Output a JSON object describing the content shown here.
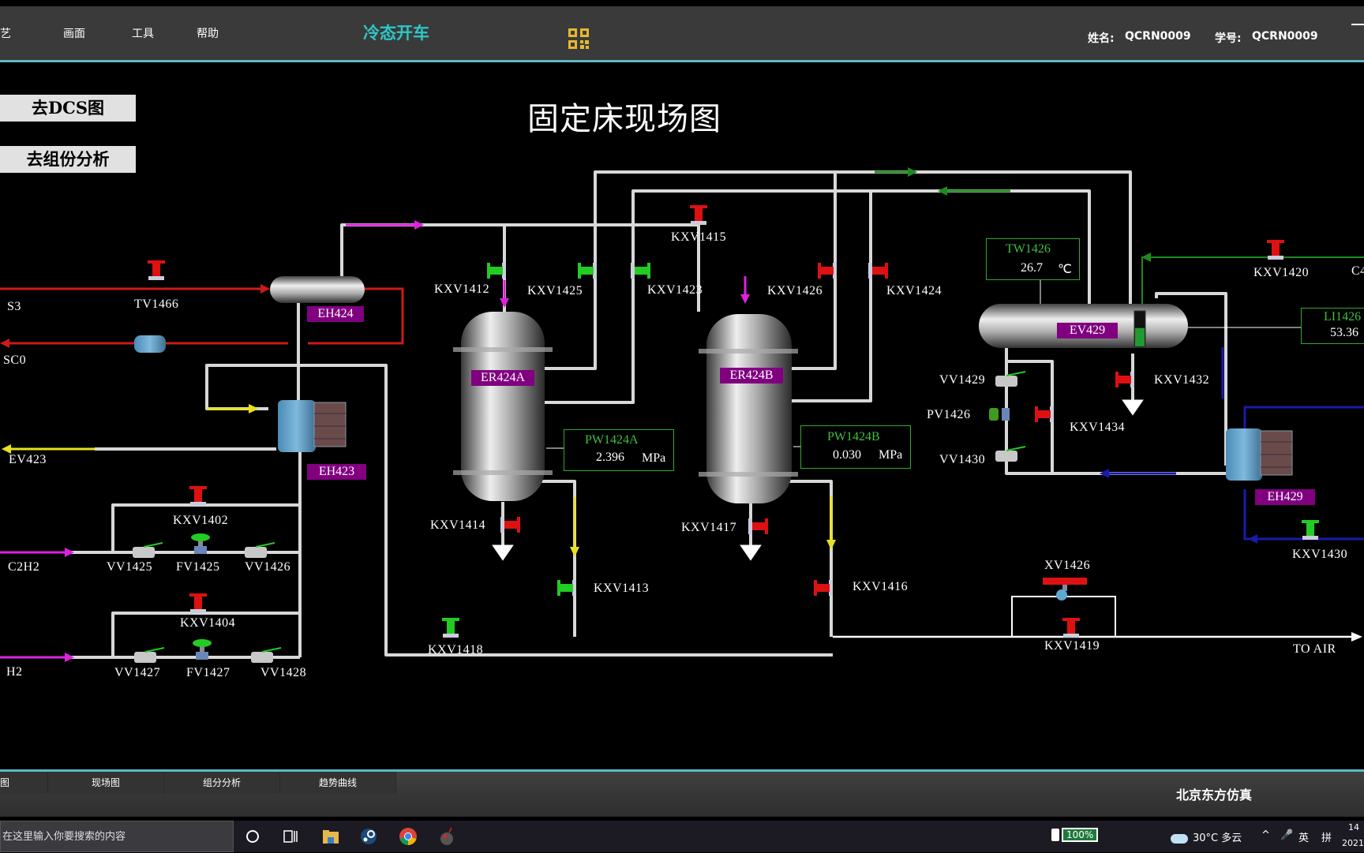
{
  "topbar": {
    "menu": [
      "艺",
      "画面",
      "工具",
      "帮助"
    ],
    "mode_title": "冷态开车",
    "name_label": "姓名:",
    "name_value": "QCRN0009",
    "id_label": "学号:",
    "id_value": "QCRN0009"
  },
  "nav_buttons": {
    "dcs": "去DCS图",
    "analysis": "去组份分析"
  },
  "page_title": "固定床现场图",
  "streams": {
    "s3": "S3",
    "sc0": "SC0",
    "ev423": "EV423",
    "c2h2": "C2H2",
    "h2": "H2",
    "c4": "C4",
    "to_air": "TO AIR"
  },
  "equipment": {
    "eh424": "EH424",
    "eh423": "EH423",
    "er424a": "ER424A",
    "er424b": "ER424B",
    "ev429": "EV429",
    "eh429": "EH429"
  },
  "valves": [
    {
      "id": "TV1466",
      "state": "closed"
    },
    {
      "id": "KXV1402",
      "state": "closed"
    },
    {
      "id": "VV1425",
      "state": "open"
    },
    {
      "id": "FV1425",
      "state": "open"
    },
    {
      "id": "VV1426",
      "state": "open"
    },
    {
      "id": "KXV1404",
      "state": "closed"
    },
    {
      "id": "VV1427",
      "state": "open"
    },
    {
      "id": "FV1427",
      "state": "open"
    },
    {
      "id": "VV1428",
      "state": "open"
    },
    {
      "id": "KXV1412",
      "state": "open"
    },
    {
      "id": "KXV1425",
      "state": "open"
    },
    {
      "id": "KXV1423",
      "state": "open"
    },
    {
      "id": "KXV1415",
      "state": "closed"
    },
    {
      "id": "KXV1426",
      "state": "closed"
    },
    {
      "id": "KXV1424",
      "state": "closed"
    },
    {
      "id": "KXV1414",
      "state": "closed"
    },
    {
      "id": "KXV1413",
      "state": "open"
    },
    {
      "id": "KXV1418",
      "state": "open"
    },
    {
      "id": "KXV1417",
      "state": "closed"
    },
    {
      "id": "KXV1416",
      "state": "closed"
    },
    {
      "id": "KXV1420",
      "state": "closed"
    },
    {
      "id": "VV1429",
      "state": "open"
    },
    {
      "id": "PV1426",
      "state": "open"
    },
    {
      "id": "VV1430",
      "state": "open"
    },
    {
      "id": "KXV1432",
      "state": "closed"
    },
    {
      "id": "KXV1434",
      "state": "closed"
    },
    {
      "id": "XV1426",
      "state": "closed"
    },
    {
      "id": "KXV1419",
      "state": "closed"
    },
    {
      "id": "KXV1430",
      "state": "open"
    }
  ],
  "indicators": {
    "pw1424a": {
      "name": "PW1424A",
      "value": "2.396",
      "unit": "MPa"
    },
    "pw1424b": {
      "name": "PW1424B",
      "value": "0.030",
      "unit": "MPa"
    },
    "tw1426": {
      "name": "TW1426",
      "value": "26.7",
      "unit": "℃"
    },
    "li1426": {
      "name": "LI1426",
      "value": "53.36"
    }
  },
  "ev429_level_fraction": 0.53,
  "colors": {
    "valve_open": "#22cc22",
    "valve_closed": "#dd1111",
    "pipe": "#d8d8d8",
    "equipment_tag": "#800080",
    "indicator_border": "#2eaa2e",
    "accent": "#5fb7c4",
    "mode_title": "#2ec7c7"
  },
  "bottombar": {
    "tabs": [
      "图",
      "现场图",
      "组分分析",
      "趋势曲线"
    ],
    "company": "北京东方仿真"
  },
  "taskbar": {
    "search_placeholder": "在这里输入你要搜索的内容",
    "battery": "100%",
    "weather": "30°C 多云",
    "ime_lang": "英",
    "ime_mode": "拼",
    "time": "14",
    "date": "2021"
  }
}
